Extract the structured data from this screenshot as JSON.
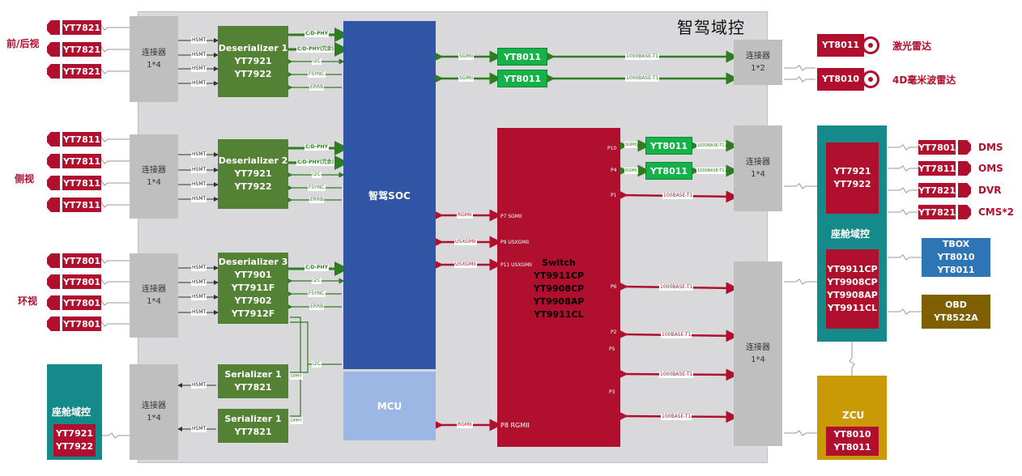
{
  "domain": {
    "title": "智驾域控"
  },
  "groups": {
    "front": "前/后视",
    "side": "侧视",
    "surround": "环视",
    "cabin_left": "座舱域控"
  },
  "cams": {
    "front": [
      "YT7821",
      "YT7821",
      "YT7821"
    ],
    "side": [
      "YT7811",
      "YT7811",
      "YT7811",
      "YT7811"
    ],
    "surround": [
      "YT7801",
      "YT7801",
      "YT7801",
      "YT7801"
    ]
  },
  "conn": {
    "label": "连接器",
    "x4": "1*4",
    "x2": "1*2"
  },
  "deser1": {
    "title": "Deserializer 1",
    "chips": [
      "YT7921",
      "YT7922"
    ]
  },
  "deser2": {
    "title": "Deserializer 2",
    "chips": [
      "YT7921",
      "YT7922"
    ]
  },
  "deser3": {
    "title": "Deserializer 3",
    "chips": [
      "YT7901",
      "YT7911F",
      "YT7902",
      "YT7912F"
    ]
  },
  "ser1": {
    "title": "Serializer 1",
    "chip": "YT7821"
  },
  "ser2": {
    "title": "Serializer 1",
    "chip": "YT7821"
  },
  "cabin_left_chips": [
    "YT7921",
    "YT7922"
  ],
  "soc": "智驾SOC",
  "mcu": "MCU",
  "switch": {
    "title": "Switch",
    "chips": [
      "YT9911CP",
      "YT9908CP",
      "YT9908AP",
      "YT9911CL"
    ]
  },
  "phy": {
    "a": "YT8011",
    "b": "YT8011",
    "c": "YT8011",
    "d": "YT8011"
  },
  "lidar": {
    "chip": "YT8011",
    "label": "激光雷达"
  },
  "radar": {
    "chip": "YT8010",
    "label": "4D毫米波雷达"
  },
  "cabin_right": {
    "title": "座舱域控",
    "chips1": [
      "YT7921",
      "YT7922"
    ],
    "chips2": [
      "YT9911CP",
      "YT9908CP",
      "YT9908AP",
      "YT9911CL"
    ]
  },
  "cabin_cams": [
    {
      "chip": "YT7801",
      "label": "DMS"
    },
    {
      "chip": "YT7811",
      "label": "OMS"
    },
    {
      "chip": "YT7821",
      "label": "DVR"
    },
    {
      "chip": "YT7821",
      "label": "CMS*2"
    }
  ],
  "tbox": {
    "title": "TBOX",
    "chips": [
      "YT8010",
      "YT8011"
    ]
  },
  "obd": {
    "title": "OBD",
    "chip": "YT8522A"
  },
  "zcu": {
    "title": "ZCU",
    "chips": [
      "YT8010",
      "YT8011"
    ]
  },
  "signals": {
    "hsmt": "HSMT",
    "cdphy": "C/D-PHY",
    "cdphy_r": "C/D-PHY(冗余)",
    "i2c": "I2C",
    "fsync": "FSYNC",
    "errb": "ERRB",
    "dphy": "DPHY",
    "sgmii": "SGMII",
    "rgmii": "RGMII",
    "usxgmii": "USXGMII",
    "base1000": "1000BASE-T1",
    "base100": "100BASE-T1"
  },
  "ports": {
    "p7": "P7 SGMII",
    "p9": "P9 USXGMII",
    "p11": "P11 USXGMII",
    "p8": "P8 RGMII",
    "p10": "P10",
    "p4": "P4",
    "p1": "P1",
    "p6": "P6",
    "p2": "P2",
    "p5": "P5",
    "p3": "P3"
  }
}
